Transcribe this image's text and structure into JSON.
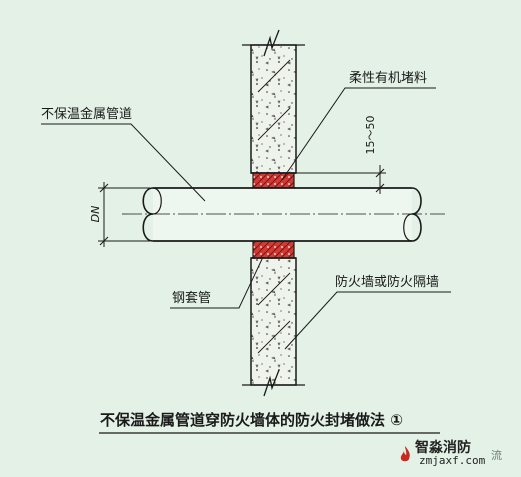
{
  "figure": {
    "title": "不保温金属管道穿防火墙体的防火封堵做法 ①",
    "labels": {
      "pipe": "不保温金属管道",
      "sealant": "柔性有机堵料",
      "sleeve": "钢套管",
      "wall": "防火墙或防火隔墙",
      "gap_dimension": "15～50",
      "diameter": "DN"
    }
  },
  "watermark": {
    "brand": "智淼消防",
    "url": "zmjaxf.com",
    "faint": "流"
  },
  "colors": {
    "background": "#e3f1e6",
    "wall_fill": "#eef3ec",
    "sealant": "#d23a34",
    "line": "#1a1a1a"
  }
}
